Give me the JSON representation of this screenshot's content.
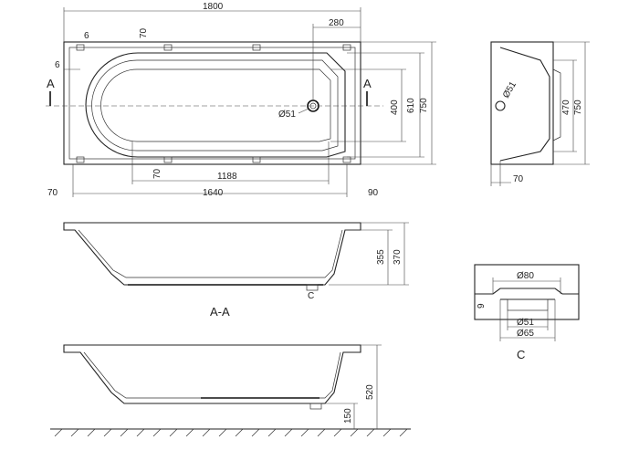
{
  "dimensions": {
    "total_length": "1800",
    "drain_offset": "280",
    "rim_top": "6",
    "rim_side": "6",
    "rim_70_top": "70",
    "total_width": "750",
    "inner_width": "610",
    "inner_400": "400",
    "drain_diameter": "Ø51",
    "bottom_1188": "1188",
    "bottom_70": "70",
    "bottom_1640": "1640",
    "left_70": "70",
    "right_90": "90",
    "side_470": "470",
    "side_750": "750",
    "side_drain": "Ø51",
    "side_70": "70",
    "depth_355": "355",
    "depth_370": "370",
    "detail_c": "C",
    "height_520": "520",
    "floor_150": "150",
    "detail_80": "Ø80",
    "detail_9": "9",
    "detail_51": "Ø51",
    "detail_65": "Ø65"
  },
  "labels": {
    "section_a_left": "A",
    "section_a_right": "A",
    "section_title": "A-A",
    "detail_title": "C"
  }
}
